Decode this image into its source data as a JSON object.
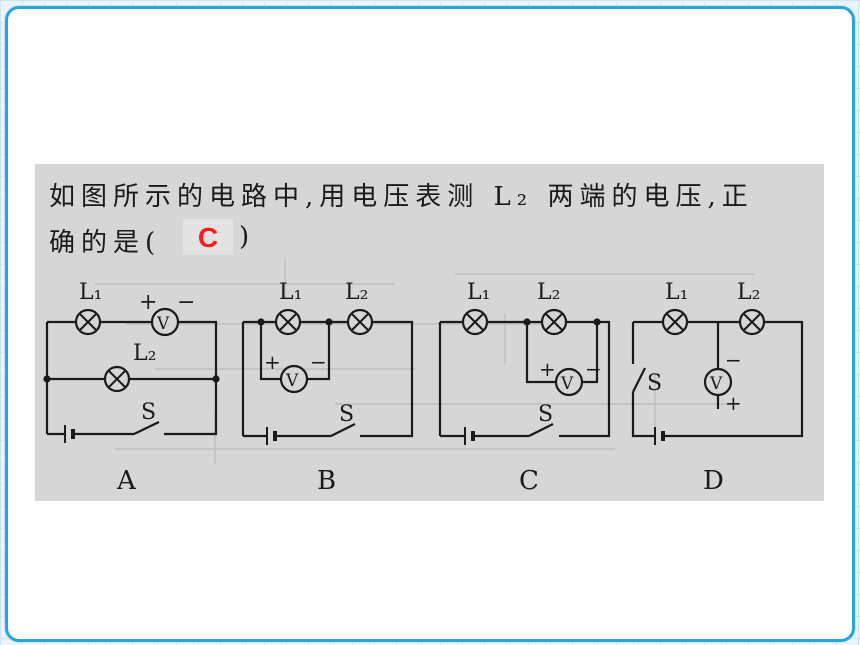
{
  "question": {
    "line1": "如图所示的电路中,用电压表测 L₂ 两端的电压,正",
    "line2_prefix": "确的是(",
    "line2_suffix": ")"
  },
  "answer": "C",
  "colors": {
    "answer": "#ff1a1a",
    "frame": "#2aa5d9"
  },
  "options": [
    {
      "letter": "A",
      "lamp1": "L₁",
      "lamp2": "L₂",
      "switch": "S",
      "meter": "V",
      "plus": "+",
      "minus": "−"
    },
    {
      "letter": "B",
      "lamp1": "L₁",
      "lamp2": "L₂",
      "switch": "S",
      "meter": "V",
      "plus": "+",
      "minus": "−"
    },
    {
      "letter": "C",
      "lamp1": "L₁",
      "lamp2": "L₂",
      "switch": "S",
      "meter": "V",
      "plus": "+",
      "minus": "−"
    },
    {
      "letter": "D",
      "lamp1": "L₁",
      "lamp2": "L₂",
      "switch": "S",
      "meter": "V",
      "plus": "+",
      "minus": "−"
    }
  ]
}
